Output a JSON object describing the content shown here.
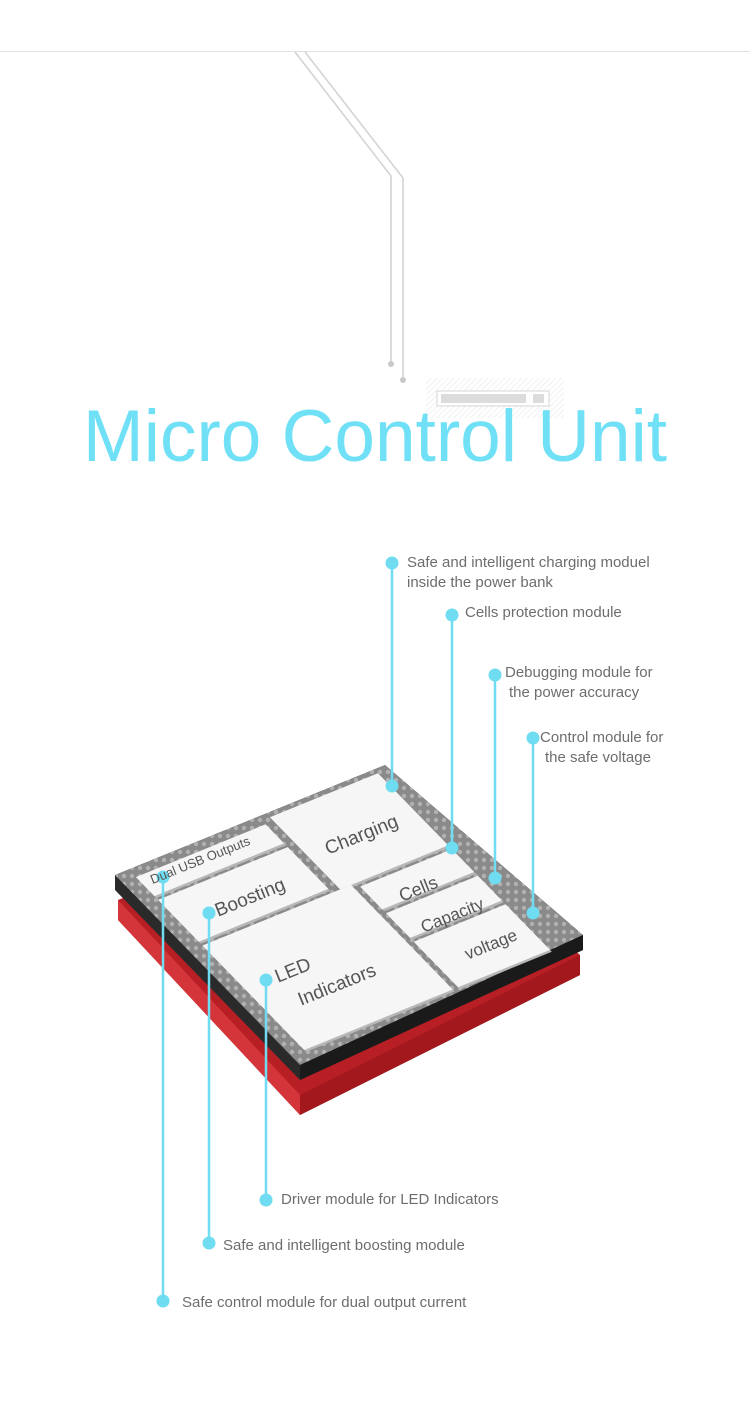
{
  "title": "Micro Control Unit",
  "colors": {
    "accent": "#6fdcf2",
    "board_red": "#c8242a",
    "board_black": "#2a2a2a"
  },
  "modules": {
    "dual_usb": "Dual USB Outputs",
    "boosting": "Boosting",
    "led_line1": "LED",
    "led_line2": "Indicators",
    "charging": "Charging",
    "cells": "Cells",
    "capacity": "Capacity",
    "voltage": "voltage"
  },
  "callouts": {
    "charging": [
      "Safe and intelligent charging moduel",
      "inside the power bank"
    ],
    "cells": [
      "Cells protection module"
    ],
    "capacity": [
      "Debugging module for",
      "the power accuracy"
    ],
    "voltage": [
      "Control module for",
      "the safe voltage"
    ],
    "led": [
      "Driver module for LED Indicators"
    ],
    "boosting": [
      "Safe and intelligent boosting module"
    ],
    "dual_usb": [
      "Safe control module for dual output current"
    ]
  }
}
